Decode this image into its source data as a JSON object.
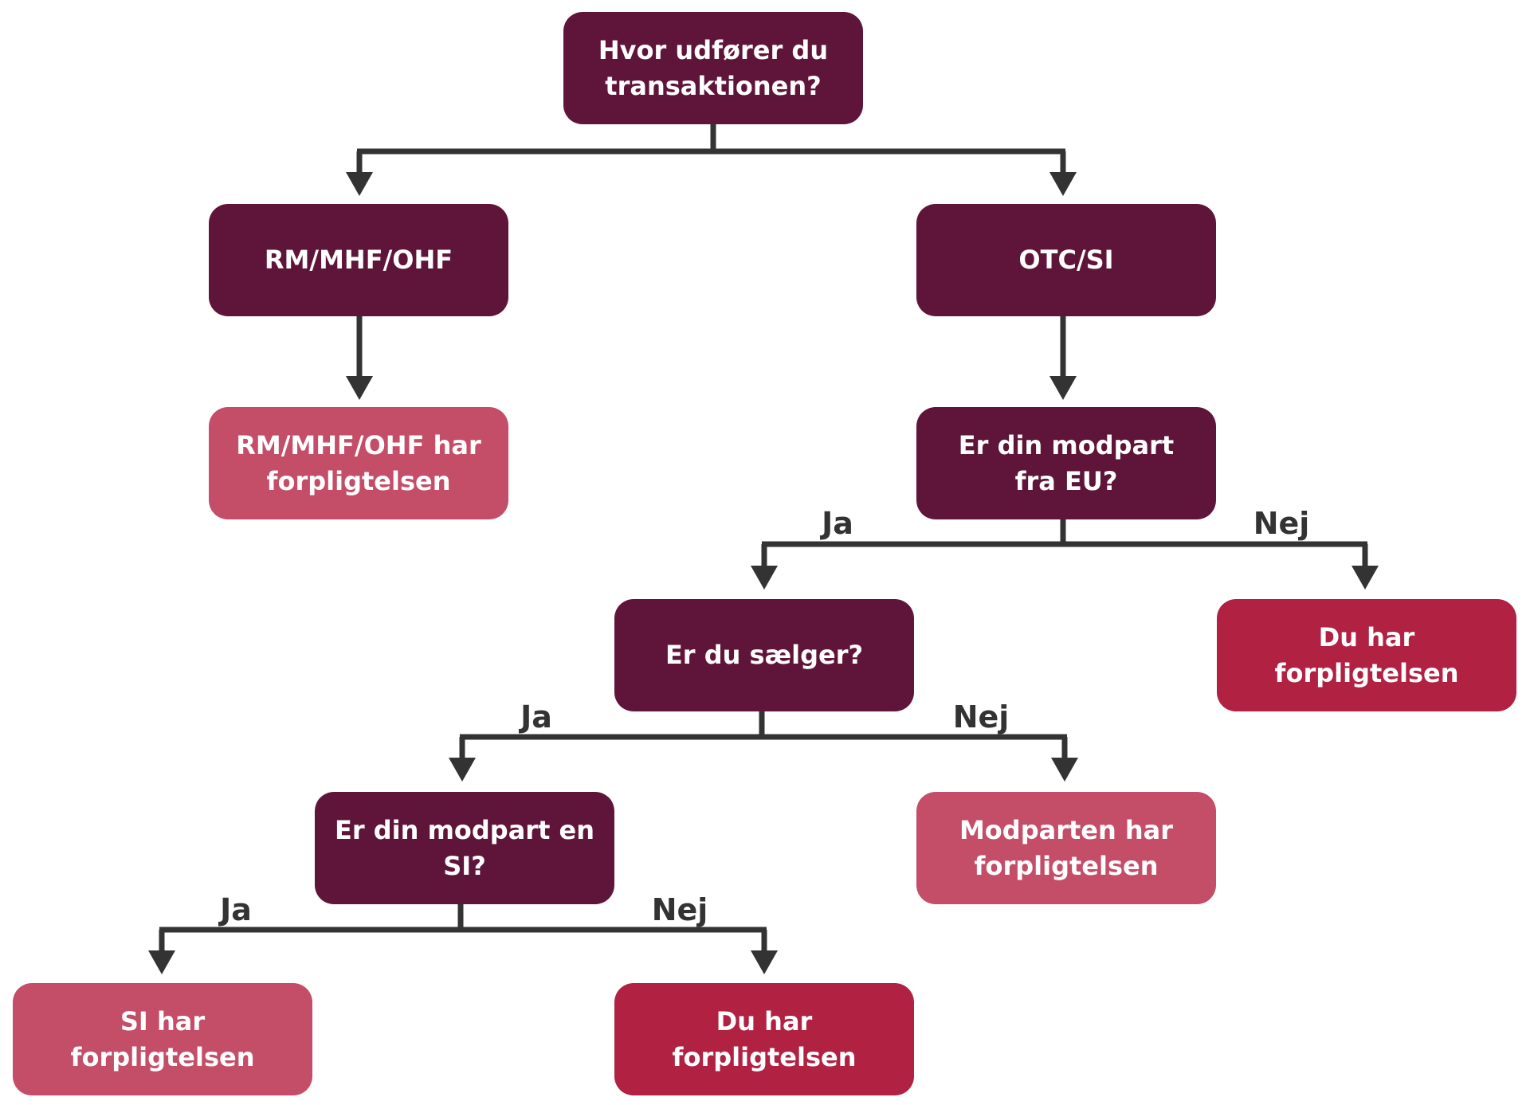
{
  "colors": {
    "question": "#5f1539",
    "other_party": "#c44d67",
    "you": "#b02142",
    "connector": "#333333"
  },
  "nodes": {
    "root": "Hvor udfører du transaktionen?",
    "rm": "RM/MHF/OHF",
    "otc": "OTC/SI",
    "rm_result": "RM/MHF/OHF har forpligtelsen",
    "eu_question": "Er din modpart fra EU?",
    "seller_question": "Er du sælger?",
    "you_result_1": "Du har forpligtelsen",
    "si_question": "Er din modpart en SI?",
    "counterparty_result": "Modparten har forpligtelsen",
    "si_result": "SI har forpligtelsen",
    "you_result_2": "Du har forpligtelsen"
  },
  "labels": {
    "eu_yes": "Ja",
    "eu_no": "Nej",
    "seller_yes": "Ja",
    "seller_no": "Nej",
    "si_yes": "Ja",
    "si_no": "Nej"
  }
}
